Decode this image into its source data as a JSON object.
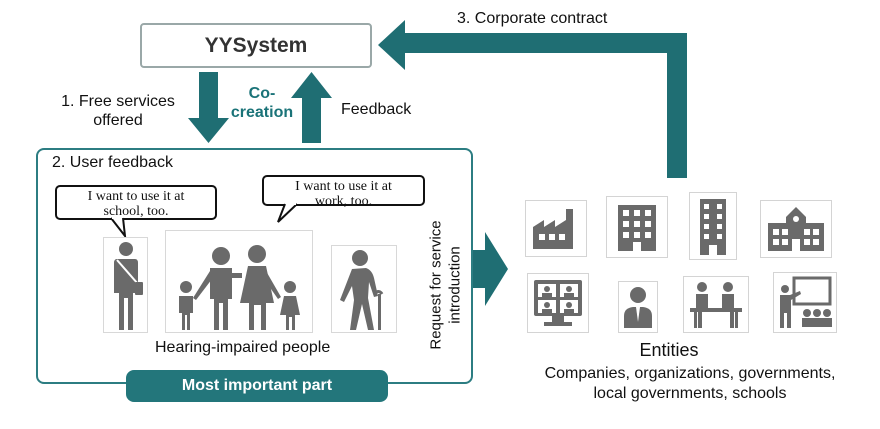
{
  "colors": {
    "teal": "#1f6e73",
    "teal_dark": "#23767b",
    "icon_gray": "#6a6a6a",
    "frame_gray": "#9aa8a8"
  },
  "system": {
    "title": "YYSystem"
  },
  "flow": {
    "step1": [
      "1.  Free services",
      "offered"
    ],
    "cocreation": [
      "Co-",
      "creation"
    ],
    "feedback": "Feedback",
    "step3": "3. Corporate contract"
  },
  "users": {
    "title": "2. User feedback",
    "bubble_school": [
      "I want to use it at",
      "school, too."
    ],
    "bubble_work": [
      "I want to use it at",
      "work, too."
    ],
    "people_label": "Hearing-impaired people",
    "badge": "Most important part",
    "request": [
      "Request for service",
      "introduction"
    ]
  },
  "entities": {
    "title": "Entities",
    "desc": [
      "Companies, organizations, governments,",
      "local governments, schools"
    ],
    "icons": [
      "factory-icon",
      "office-building-icon",
      "tower-building-icon",
      "school-building-icon",
      "video-meeting-icon",
      "businessperson-icon",
      "meeting-table-icon",
      "classroom-presentation-icon"
    ]
  }
}
